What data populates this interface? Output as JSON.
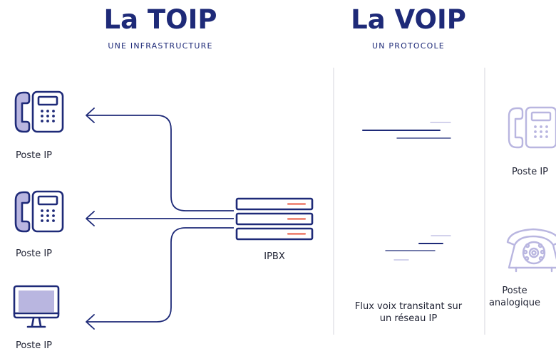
{
  "toip": {
    "title": "La TOIP",
    "subtitle": "UNE INFRASTRUCTURE"
  },
  "voip": {
    "title": "La VOIP",
    "subtitle": "UN PROTOCOLE"
  },
  "left": {
    "devices": [
      {
        "label": "Poste IP",
        "icon": "desk-ip-phone-icon"
      },
      {
        "label": "Poste IP",
        "icon": "desk-ip-phone-icon"
      },
      {
        "label": "Poste IP",
        "icon": "desktop-computer-icon"
      }
    ],
    "server": {
      "label": "IPBX",
      "icon": "server-rack-icon"
    }
  },
  "middle": {
    "caption": "Flux voix transitant sur un réseau IP"
  },
  "right": {
    "devices": [
      {
        "label": "Poste IP",
        "icon": "desk-ip-phone-icon"
      },
      {
        "label": "Poste analogique",
        "icon": "rotary-phone-icon"
      }
    ]
  },
  "colors": {
    "navy": "#1e2a78",
    "accent_red": "#e8553e",
    "muted_lavender": "#b9b6e0",
    "divider": "#d6d6de",
    "label_text": "#1f2233"
  }
}
